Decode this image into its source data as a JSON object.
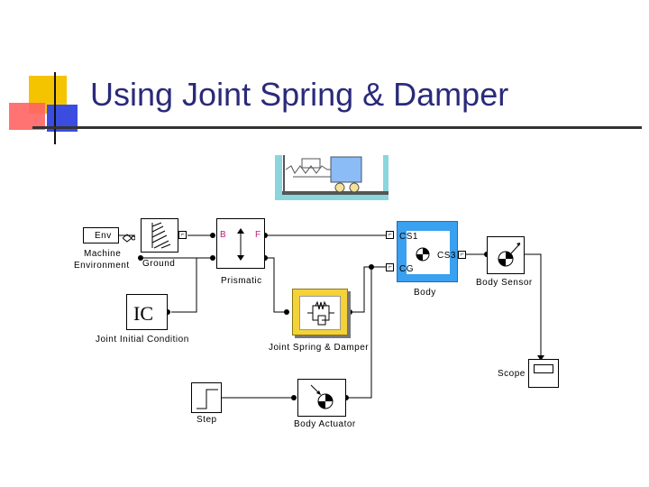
{
  "slide": {
    "title": "Using Joint Spring & Damper"
  },
  "blocks": {
    "env": {
      "text": "Env",
      "label_line1": "Machine",
      "label_line2": "Environment"
    },
    "ground": {
      "label": "Ground"
    },
    "prismatic": {
      "port_b": "B",
      "port_f": "F",
      "label": "Prismatic"
    },
    "body": {
      "port_cs1": "CS1",
      "port_cs3": "CS3",
      "port_cg": "CG",
      "label": "Body"
    },
    "body_sensor": {
      "label": "Body Sensor"
    },
    "ic": {
      "text": "IC",
      "label": "Joint Initial Condition"
    },
    "spring_damper": {
      "label": "Joint Spring & Damper"
    },
    "scope": {
      "label": "Scope"
    },
    "step": {
      "label": "Step"
    },
    "body_actuator": {
      "label": "Body Actuator"
    }
  },
  "colors": {
    "title": "#2a2a7a",
    "accent_yellow": "#f5c400",
    "accent_red": "#ff5a5a",
    "accent_blue": "#3a4de0",
    "body_block": "#3aa0f0",
    "spring_block": "#f3d23a",
    "pool_water": "#8ad6dc",
    "cart": "#8cbcf5"
  }
}
